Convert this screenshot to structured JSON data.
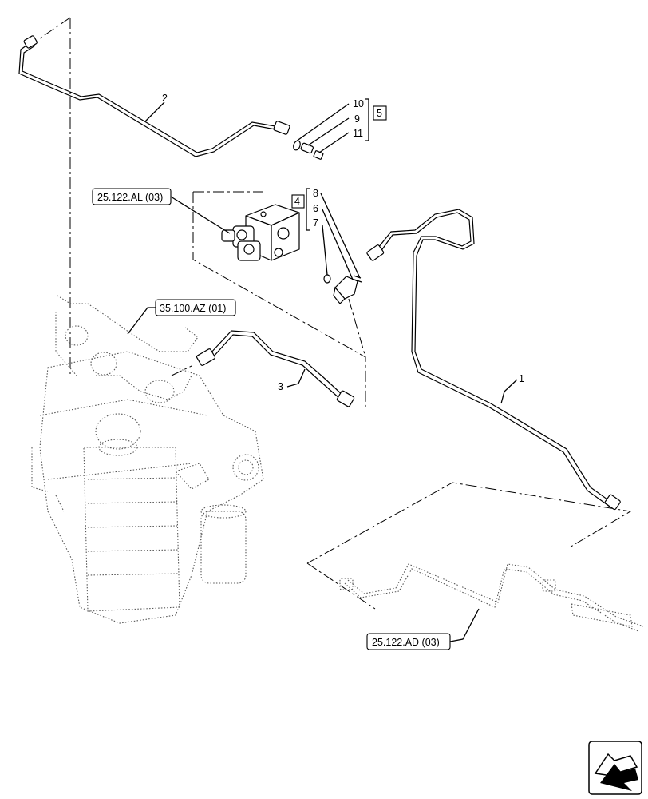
{
  "callouts": {
    "c1": "1",
    "c2": "2",
    "c3": "3",
    "c4": "4",
    "c5": "5",
    "c6": "6",
    "c7": "7",
    "c8": "8",
    "c9": "9",
    "c10": "10",
    "c11": "11"
  },
  "references": {
    "ref_al": "25.122.AL (03)",
    "ref_az": "35.100.AZ (01)",
    "ref_ad": "25.122.AD (03)"
  },
  "icons": {
    "nav": "navigation-arrow-icon"
  }
}
